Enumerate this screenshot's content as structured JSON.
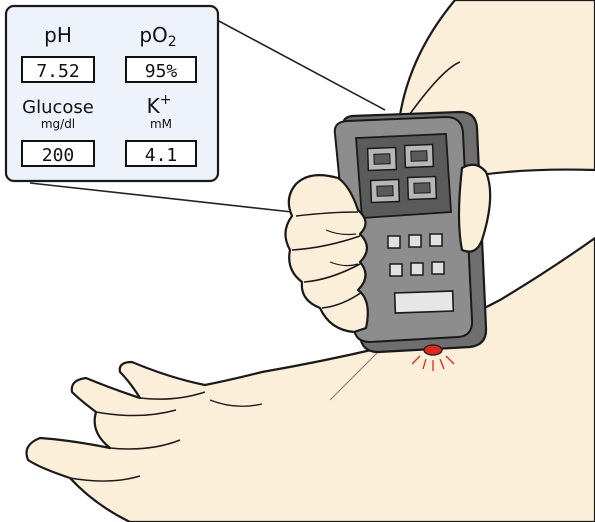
{
  "readout": {
    "ph": {
      "label": "pH",
      "value": "7.52"
    },
    "po2": {
      "label_main": "pO",
      "label_sub": "2",
      "value": "95%"
    },
    "glucose": {
      "label": "Glucose",
      "unit": "mg/dl",
      "value": "200"
    },
    "potassium": {
      "label_main": "K",
      "label_sup": "+",
      "unit": "mM",
      "value": "4.1"
    }
  },
  "colors": {
    "skin": "#fcefd9",
    "outline": "#1a1a1a",
    "device_body": "#8d8d8d",
    "device_panel": "#5b5b5b",
    "device_screen": "#b7b7b7",
    "button": "#e0e0e0",
    "panel_bg": "#eef2fb",
    "sensor_light": "#e0281c"
  },
  "icons": [
    "hand-icon",
    "arm-icon",
    "handheld-device-icon",
    "sensor-light-icon"
  ]
}
